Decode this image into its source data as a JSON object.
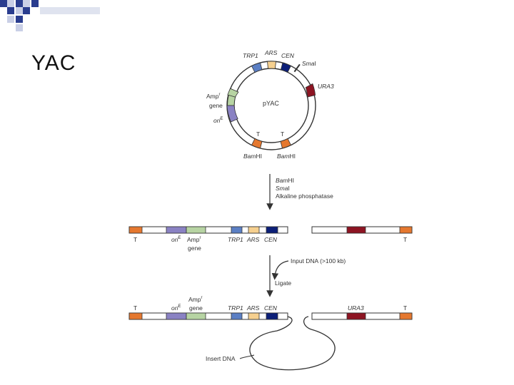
{
  "slide": {
    "title": "YAC"
  },
  "colors": {
    "deco_blue": "#2a3d8f",
    "deco_light": "#c9cfe6",
    "orange": "#e5782f",
    "purple": "#8a82c3",
    "green": "#b7d4a3",
    "blue": "#5b7fc4",
    "peach": "#f6d08f",
    "navy": "#0c1f78",
    "darkred": "#8d1422"
  },
  "plasmid": {
    "name": "pYAC",
    "labels": {
      "trp1": "TRP1",
      "ars": "ARS",
      "cen": "CEN",
      "sma_a": "Sma",
      "sma_b": "I",
      "ura3": "URA3",
      "amp_a": "Amp",
      "amp_sup": "r",
      "amp_b": "gene",
      "ori_a": "ori",
      "ori_sup": "E",
      "t": "T",
      "bam_a": "Bam",
      "bam_b": "HI"
    }
  },
  "step1": {
    "line1_a": "Bam",
    "line1_b": "HI",
    "line2_a": "Sma",
    "line2_b": "I",
    "line3": "Alkaline phosphatase"
  },
  "row": {
    "t": "T",
    "ori_a": "ori",
    "ori_sup": "E",
    "amp_a": "Amp",
    "amp_sup": "r",
    "amp_b": "gene",
    "trp1": "TRP1",
    "ars": "ARS",
    "cen": "CEN",
    "ura3": "URA3"
  },
  "step2": {
    "input": "Input DNA (>100 kb)",
    "ligate": "Ligate"
  },
  "insert": {
    "label": "Insert DNA"
  }
}
